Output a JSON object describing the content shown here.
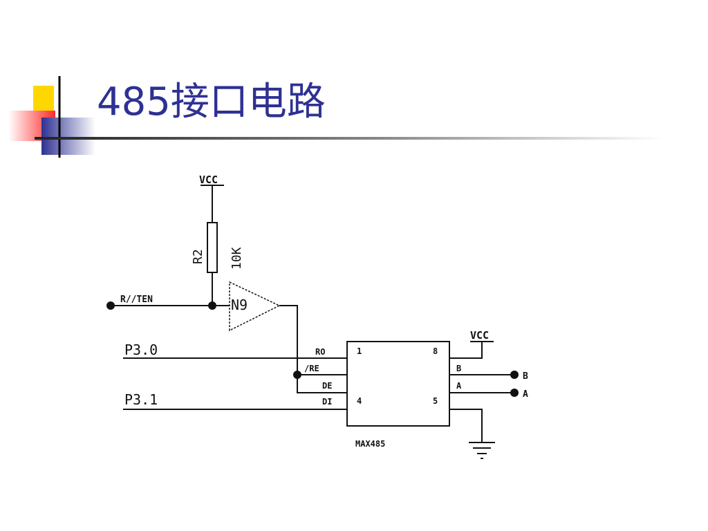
{
  "slide": {
    "title": "485接口电路"
  },
  "schematic": {
    "vcc_top": "VCC",
    "resistor_ref": "R2",
    "resistor_value": "10K",
    "input_signal": "R//TEN",
    "buffer_ref": "N9",
    "port_rx": "P3.0",
    "port_tx": "P3.1",
    "chip": {
      "name": "MAX485",
      "pin_ro": "RO",
      "pin_re": "/RE",
      "pin_de": "DE",
      "pin_di": "DI",
      "pin1": "1",
      "pin4": "4",
      "pin5": "5",
      "pin8": "8",
      "pin_b": "B",
      "pin_a": "A"
    },
    "vcc_chip": "VCC",
    "out_b": "B",
    "out_a": "A"
  },
  "colors": {
    "title": "#2e3192",
    "logo_yellow": "#ffd700",
    "logo_red": "#ff2a2a",
    "logo_blue": "#2e3192",
    "wire": "#111111"
  }
}
